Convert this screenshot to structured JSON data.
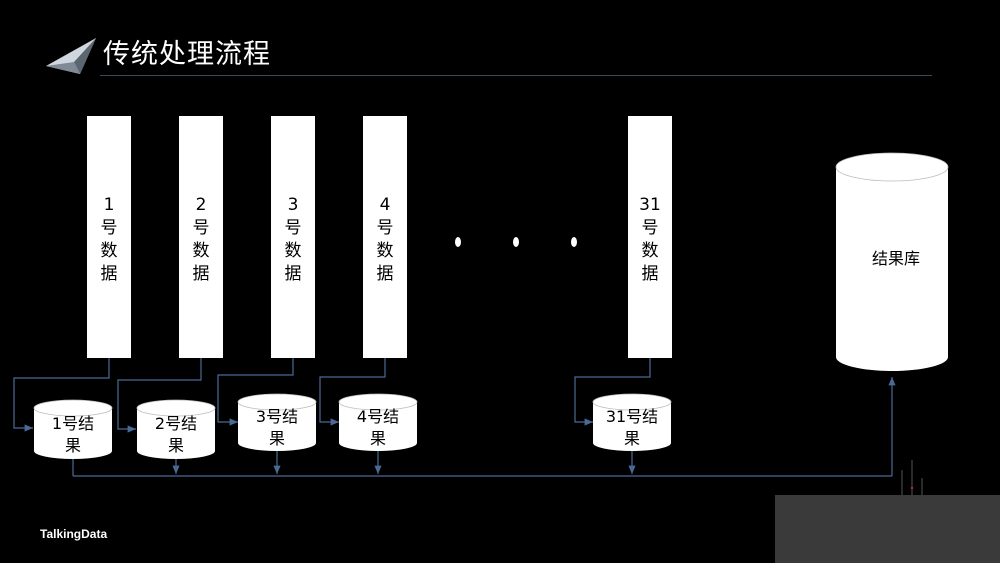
{
  "title": "传统处理流程",
  "footer": {
    "brand": "TalkingData"
  },
  "columns": [
    {
      "lines": [
        "1",
        "号",
        "数",
        "据"
      ]
    },
    {
      "lines": [
        "2",
        "号",
        "数",
        "据"
      ]
    },
    {
      "lines": [
        "3",
        "号",
        "数",
        "据"
      ]
    },
    {
      "lines": [
        "4",
        "号",
        "数",
        "据"
      ]
    },
    {
      "lines": [
        "31",
        "号",
        "数",
        "据"
      ]
    }
  ],
  "results": [
    {
      "lines": [
        "1号结",
        "果"
      ]
    },
    {
      "lines": [
        "2号结",
        "果"
      ]
    },
    {
      "lines": [
        "3号结",
        "果"
      ]
    },
    {
      "lines": [
        "4号结",
        "果"
      ]
    },
    {
      "lines": [
        "31号结",
        "果"
      ]
    }
  ],
  "database": {
    "label": "结果库"
  },
  "colors": {
    "background": "#000000",
    "box": "#ffffff",
    "connector": "#4a6a95"
  }
}
